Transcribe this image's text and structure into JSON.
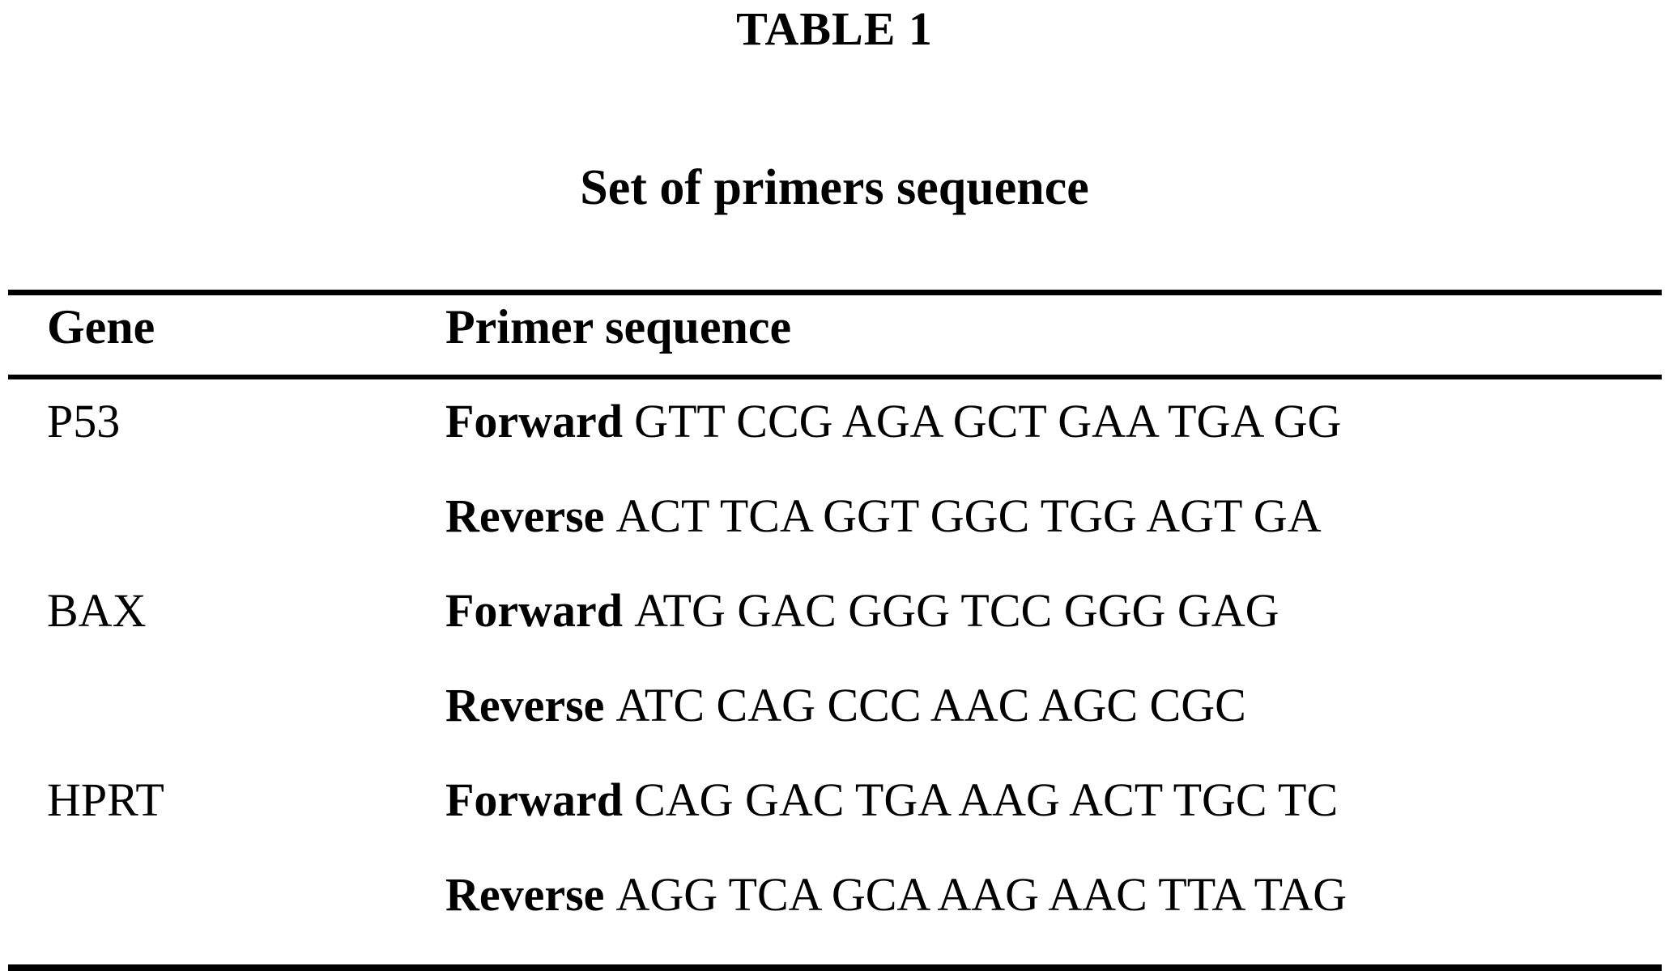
{
  "title": {
    "number": "TABLE 1",
    "caption": "Set of primers sequence"
  },
  "table": {
    "columns": [
      {
        "key": "gene",
        "label": "Gene"
      },
      {
        "key": "primer",
        "label": "Primer sequence"
      }
    ],
    "rows": [
      {
        "gene": "P53",
        "direction": "Forward",
        "sequence": "GTT CCG AGA GCT GAA TGA GG"
      },
      {
        "gene": "",
        "direction": "Reverse",
        "sequence": "ACT TCA GGT GGC TGG AGT GA"
      },
      {
        "gene": "BAX",
        "direction": "Forward",
        "sequence": "ATG GAC GGG TCC GGG GAG"
      },
      {
        "gene": "",
        "direction": "Reverse",
        "sequence": "ATC CAG CCC AAC AGC CGC"
      },
      {
        "gene": "HPRT",
        "direction": "Forward",
        "sequence": "CAG GAC TGA AAG ACT TGC TC"
      },
      {
        "gene": "",
        "direction": "Reverse",
        "sequence": "AGG TCA GCA AAG AAC TTA TAG"
      }
    ]
  },
  "colors": {
    "text": "#000000",
    "background": "#ffffff",
    "rule": "#000000"
  }
}
